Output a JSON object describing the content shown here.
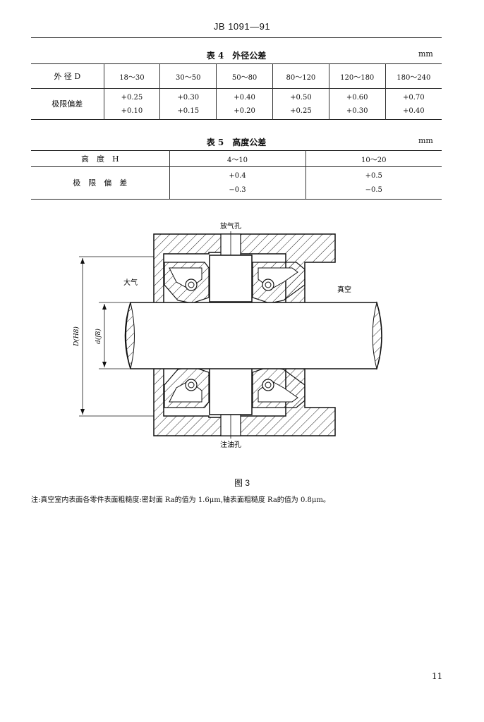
{
  "header": {
    "standard_no": "JB 1091—91"
  },
  "table4": {
    "title": "表 4　外径公差",
    "unit": "mm",
    "row_label_1": "外 径 D",
    "row_label_2": "极限偏差",
    "ranges": [
      "18～30",
      "30～50",
      "50～80",
      "80～120",
      "120～180",
      "180～240"
    ],
    "upper": [
      "+0.25",
      "+0.30",
      "+0.40",
      "+0.50",
      "+0.60",
      "+0.70"
    ],
    "lower": [
      "+0.10",
      "+0.15",
      "+0.20",
      "+0.25",
      "+0.30",
      "+0.40"
    ]
  },
  "table5": {
    "title": "表 5　高度公差",
    "unit": "mm",
    "row_label_1": "高　度　H",
    "row_label_2": "极　限　偏　差",
    "ranges": [
      "4～10",
      "10～20"
    ],
    "upper": [
      "+0.4",
      "+0.5"
    ],
    "lower": [
      "−0.3",
      "−0.5"
    ]
  },
  "figure": {
    "label_vent": "放气孔",
    "label_oil": "注油孔",
    "label_atmosphere": "大气",
    "label_vacuum": "真空",
    "label_D": "D(H8)",
    "label_d": "d(f8)",
    "caption": "图 3"
  },
  "note": "注:真空室内表面各零件表面粗糙度:密封面 Ra的值为 1.6μm,轴表面粗糙度 Ra的值为 0.8μm。",
  "page_number": "11"
}
